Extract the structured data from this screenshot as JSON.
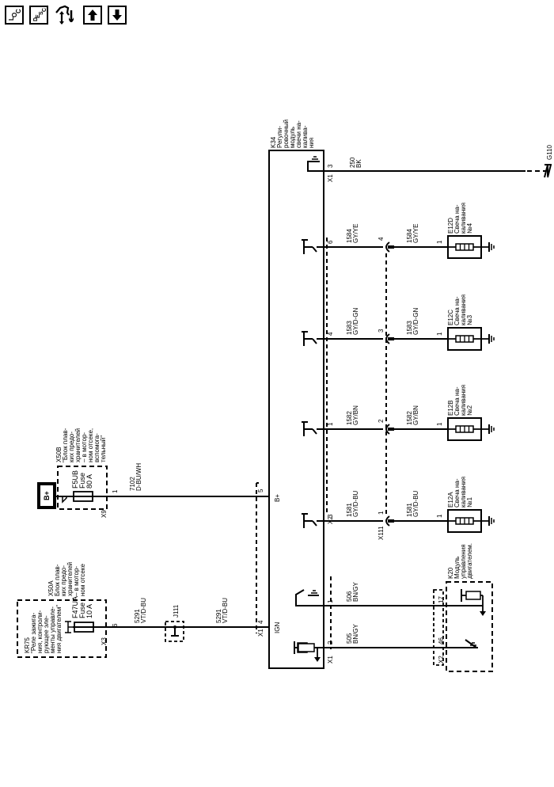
{
  "toolbar": {
    "buttons": [
      {
        "name": "loc-button",
        "icon": "loc-icon",
        "label_main": "L",
        "label_sub": "O",
        "label_sub2": "C"
      },
      {
        "name": "desc-button",
        "icon": "desc-icon",
        "label_main": "D",
        "label_sub": "E",
        "label_sub2": "S",
        "label_sub3": "C"
      },
      {
        "name": "connector-button",
        "icon": "connector-wrench-icon"
      },
      {
        "name": "page-up-button",
        "icon": "arrow-up-icon"
      },
      {
        "name": "page-down-button",
        "icon": "arrow-down-icon"
      }
    ]
  },
  "diagram": {
    "power_source": {
      "label": "B+"
    },
    "k34": {
      "id": "K34",
      "lines": [
        "Регули-",
        "ровочный",
        "модуль",
        "свечи на-",
        "калива-",
        "ния"
      ],
      "pin_bplus_label": "B+",
      "pin_ign_label": "IGN"
    },
    "x50b": {
      "id": "X50B",
      "lines": [
        "\"Блок плав-",
        "ких предо-",
        "хранителей",
        "– в мотор-",
        "ном отсеке,",
        "вспомога-",
        "тельный\""
      ],
      "fuse": {
        "id": "F5UB",
        "type": "Fuse",
        "rating": "80 A"
      },
      "connector": "X9",
      "pin": "1"
    },
    "x50a": {
      "id": "X50A",
      "lines": [
        "Блок плав-",
        "ких предо-",
        "хранителей",
        "– в мотор-",
        "ном отсеке"
      ],
      "relay": {
        "id": "KR75",
        "lines": [
          "\"Реле зажига-",
          "ния, контроли-",
          "рующее эле-",
          "менты управле-",
          "ния двигателем\""
        ]
      },
      "fuse": {
        "id": "F47UA",
        "type": "Fuse",
        "rating": "10 A"
      },
      "connector": "X3",
      "pin": "6"
    },
    "splice": {
      "id": "J111"
    },
    "wires": {
      "w7102": {
        "num": "7102",
        "color": "D-BU/WH"
      },
      "w5291a": {
        "num": "5291",
        "color": "VT/D-BU"
      },
      "w5291b": {
        "num": "5291",
        "color": "VT/D-BU"
      },
      "w250": {
        "num": "250",
        "color": "BK"
      },
      "w506": {
        "num": "506",
        "color": "BN/GY"
      },
      "w505": {
        "num": "505",
        "color": "BN/GY"
      }
    },
    "k34_pins": {
      "x1_4": {
        "conn": "X1",
        "pin": "4"
      },
      "x1_5": {
        "pin": "5"
      },
      "x1_3": {
        "conn": "X1",
        "pin": "3"
      },
      "x1_1": {
        "pin": "1"
      },
      "x1_2": {
        "conn": "X1",
        "pin": "2"
      },
      "x2_3": {
        "conn": "X2",
        "pin": "3"
      },
      "x2_1": {
        "pin": "1"
      },
      "x2_4": {
        "pin": "4"
      },
      "x2_6": {
        "pin": "6"
      }
    },
    "ground": {
      "id": "G110"
    },
    "x111": {
      "id": "X111"
    },
    "glow_plugs": [
      {
        "id": "E12A",
        "lines": [
          "Свеча на-",
          "каливания",
          "№1"
        ],
        "wire_num": "1581",
        "wire_color": "GY/D-BU",
        "k34_pin": "3",
        "x111_pin": "1",
        "plug_pin": "1"
      },
      {
        "id": "E12B",
        "lines": [
          "Свеча на-",
          "каливания",
          "№2"
        ],
        "wire_num": "1582",
        "wire_color": "GY/BN",
        "k34_pin": "1",
        "x111_pin": "2",
        "plug_pin": "1"
      },
      {
        "id": "E12C",
        "lines": [
          "Свеча на-",
          "каливания",
          "№3"
        ],
        "wire_num": "1583",
        "wire_color": "GY/D-GN",
        "k34_pin": "4",
        "x111_pin": "3",
        "plug_pin": "1"
      },
      {
        "id": "E12D",
        "lines": [
          "Свеча на-",
          "каливания",
          "№4"
        ],
        "wire_num": "1584",
        "wire_color": "GY/YE",
        "k34_pin": "6",
        "x111_pin": "4",
        "plug_pin": "1"
      }
    ],
    "k20": {
      "id": "K20",
      "lines": [
        "Модуль",
        "управления",
        "двигателем."
      ],
      "connector": "X2",
      "pin_17": "17",
      "pin_46": "46"
    }
  }
}
